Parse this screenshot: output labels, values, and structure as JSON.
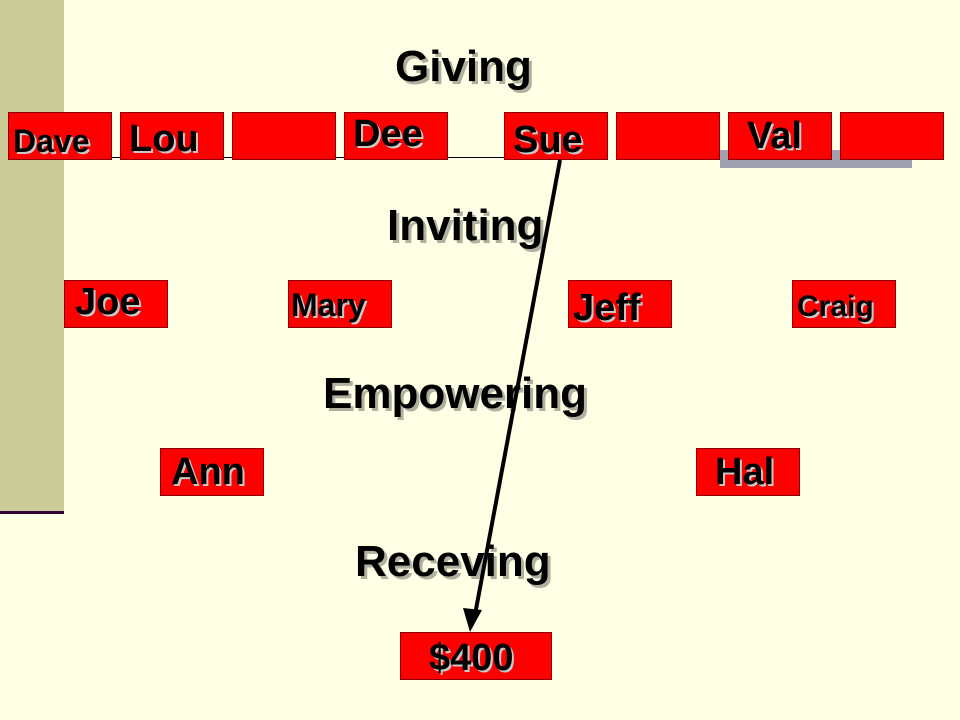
{
  "headings": {
    "giving": "Giving",
    "inviting": "Inviting",
    "empowering": "Empowering",
    "receiving": "Receving"
  },
  "giving_row": {
    "names": [
      "Dave",
      "Lou",
      "",
      "Dee",
      "Sue",
      "",
      "Val",
      ""
    ]
  },
  "inviting_row": {
    "names": [
      "Joe",
      "Mary",
      "Jeff",
      "Craig"
    ]
  },
  "empowering_row": {
    "names": [
      "Ann",
      "Hal"
    ]
  },
  "result": {
    "amount": "$400"
  },
  "colors": {
    "background": "#FFFFE5",
    "sidebar": "#CCCC99",
    "box": "#FF0000"
  }
}
